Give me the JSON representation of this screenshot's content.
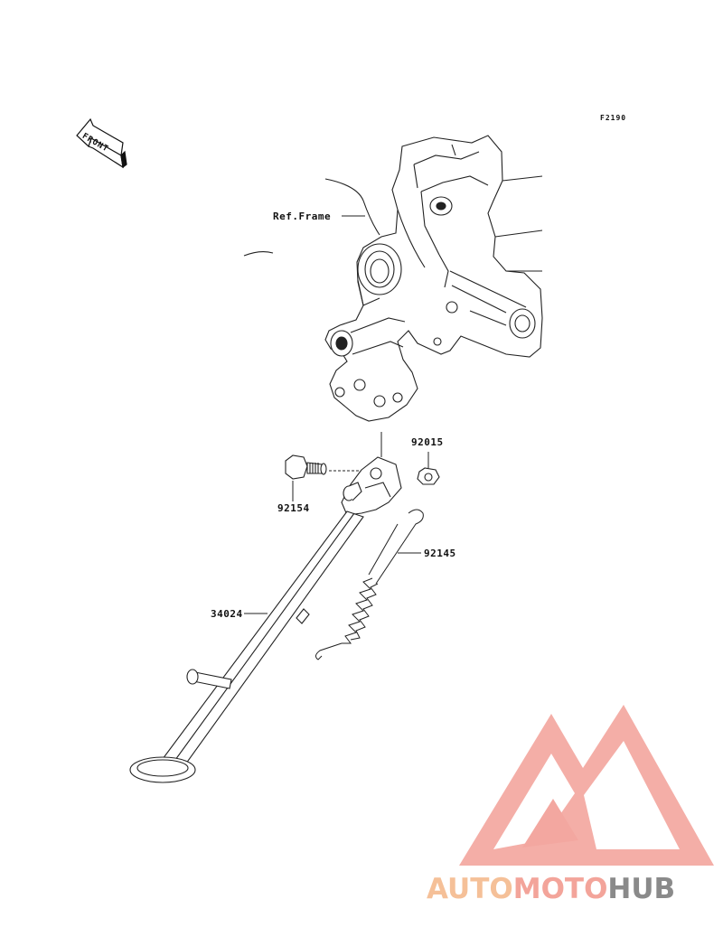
{
  "figure_code": "F2190",
  "front_badge": "FRONT",
  "labels": {
    "ref_frame": "Ref.Frame",
    "part_92015": "92015",
    "part_92154": "92154",
    "part_92145": "92145",
    "part_34024": "34024"
  },
  "watermark": {
    "word_a": "AUTO",
    "word_b": "MOTO",
    "word_c": "HUB",
    "colors": {
      "a": "#f5c098",
      "b": "#f3a49a",
      "c": "#8a8a8a",
      "triangle": "#f3a7a0"
    }
  }
}
